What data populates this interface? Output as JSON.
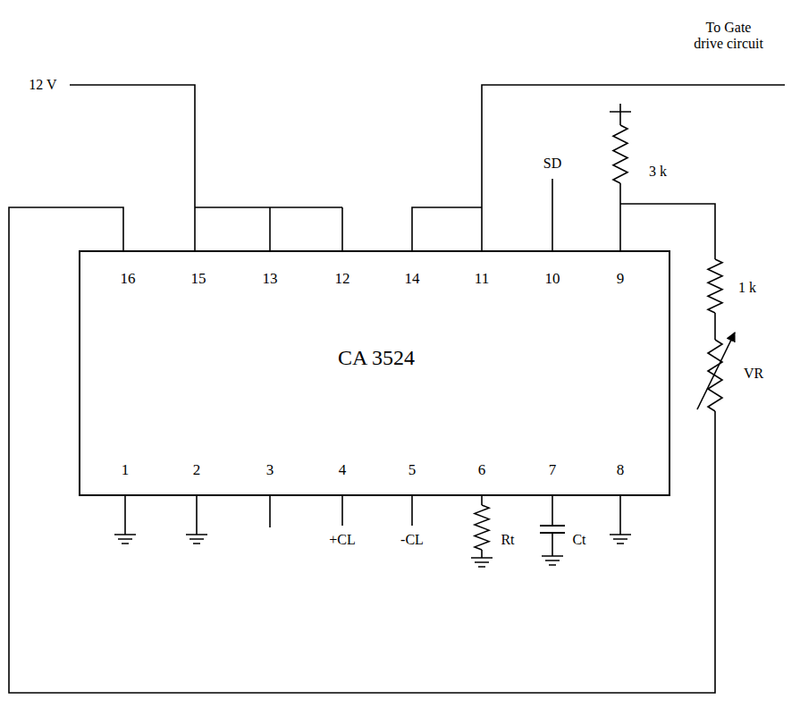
{
  "diagram": {
    "nodes": [
      {
        "text": [
          "CA 3524"
        ]
      }
    ],
    "labels": [
      "12 V",
      "To Gate drive circuit",
      "SD",
      "3 k",
      "1 k",
      "VR",
      "16",
      "15",
      "13",
      "12",
      "14",
      "11",
      "10",
      "9",
      "1",
      "2",
      "3",
      "4",
      "5",
      "6",
      "7",
      "8",
      "+CL",
      "-CL",
      "Rt",
      "Ct"
    ]
  }
}
